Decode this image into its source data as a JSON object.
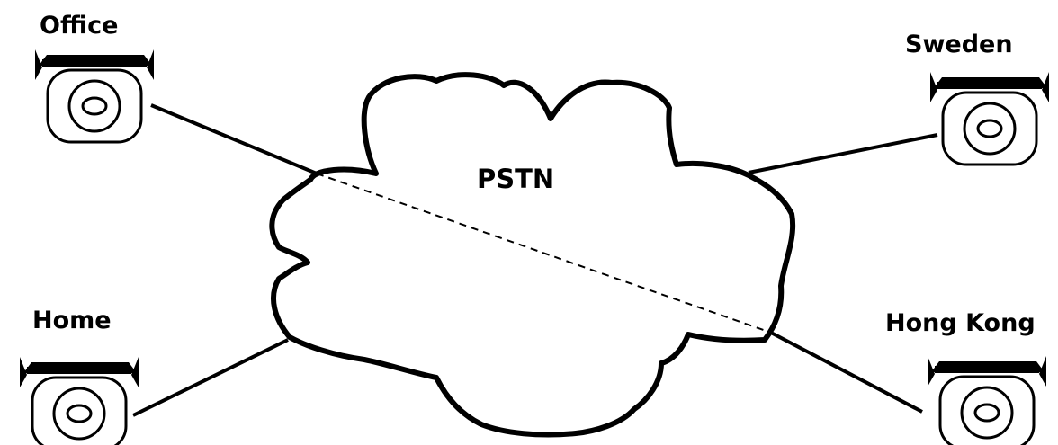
{
  "network": {
    "label": "PSTN"
  },
  "sites": {
    "office": "Office",
    "sweden": "Sweden",
    "home": "Home",
    "hong_kong": "Hong Kong"
  },
  "colors": {
    "ink": "#000000",
    "background": "#ffffff"
  },
  "icons": {
    "phone": "telephone-icon",
    "cloud": "cloud-icon"
  }
}
